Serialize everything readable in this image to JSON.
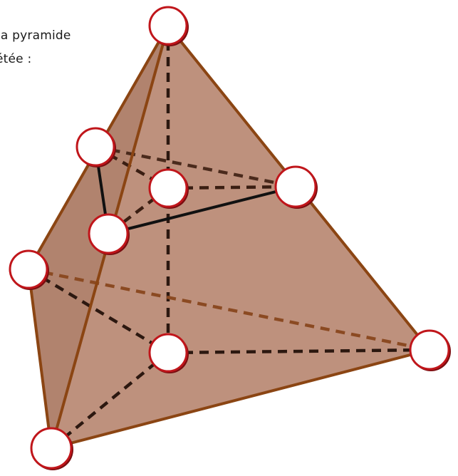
{
  "caption": {
    "line1": "la pyramide",
    "line2": "étée :"
  },
  "colors": {
    "face_fill": "#b07c64",
    "edge": "#8b4513",
    "hidden_edge": "#3a1e12",
    "circle_ring": "#c0161b",
    "circle_fill": "#ffffff"
  },
  "vertices": [
    {
      "id": "apex"
    },
    {
      "id": "upper-left"
    },
    {
      "id": "upper-center"
    },
    {
      "id": "upper-right"
    },
    {
      "id": "upper-front"
    },
    {
      "id": "left"
    },
    {
      "id": "bottom-center"
    },
    {
      "id": "right"
    },
    {
      "id": "bottom-left"
    }
  ]
}
